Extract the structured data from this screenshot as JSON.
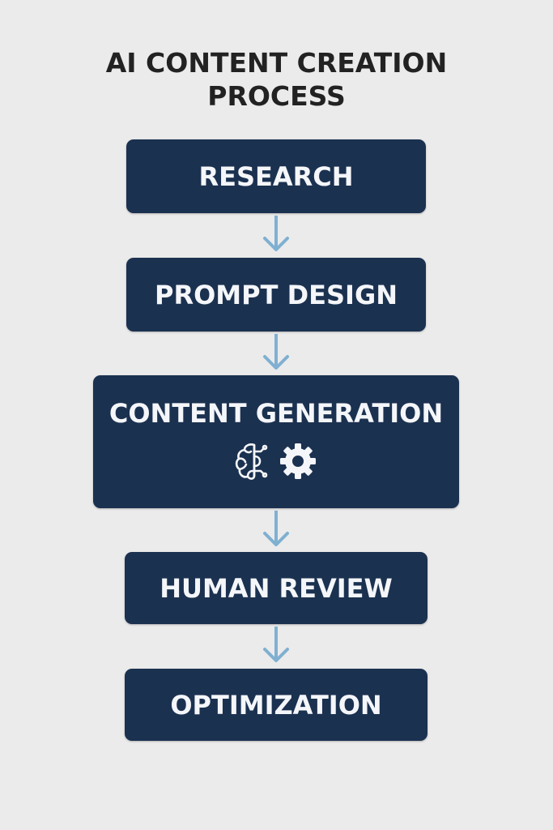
{
  "title": {
    "line1": "AI CONTENT CREATION",
    "line2": "PROCESS"
  },
  "steps": [
    {
      "label": "RESEARCH"
    },
    {
      "label": "PROMPT DESIGN"
    },
    {
      "label": "CONTENT GENERATION",
      "icons": [
        "brain-icon",
        "gear-icon"
      ]
    },
    {
      "label": "HUMAN REVIEW"
    },
    {
      "label": "OPTIMIZATION"
    }
  ],
  "colors": {
    "background": "#ebebeb",
    "box": "#1b3150",
    "box_text": "#f4f6f9",
    "arrow": "#7fb0d1",
    "title_text": "#222222"
  }
}
